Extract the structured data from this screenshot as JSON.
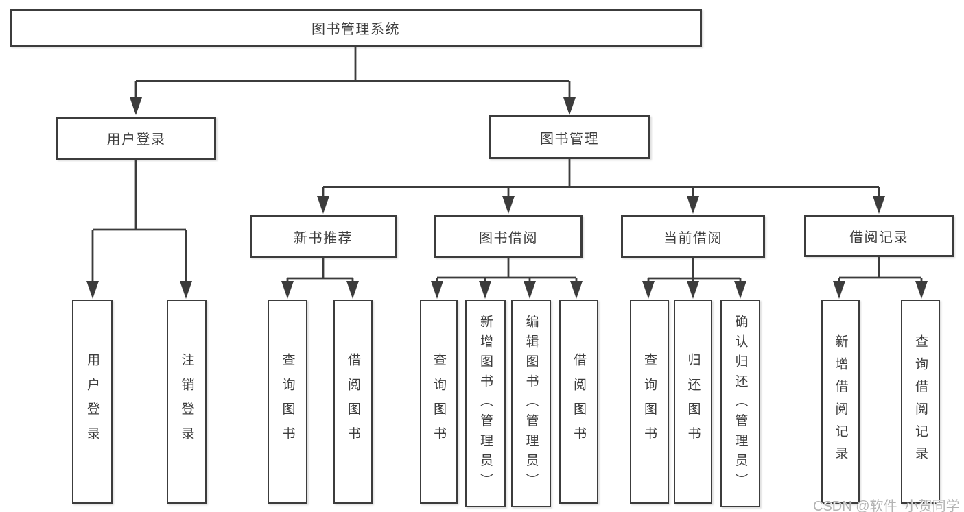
{
  "title": {
    "label": "图书管理系统"
  },
  "branches": {
    "user_login": {
      "label": "用户登录",
      "children": [
        "用户登录",
        "注销登录"
      ]
    },
    "book_mgmt": {
      "label": "图书管理",
      "sections": [
        {
          "label": "新书推荐",
          "children": [
            "查询图书",
            "借阅图书"
          ]
        },
        {
          "label": "图书借阅",
          "children": [
            "查询图书",
            "新增图书（管理员）",
            "编辑图书（管理员）",
            "借阅图书"
          ]
        },
        {
          "label": "当前借阅",
          "children": [
            "查询图书",
            "归还图书",
            "确认归还（管理员）"
          ]
        },
        {
          "label": "借阅记录",
          "children": [
            "新增借阅记录",
            "查询借阅记录"
          ]
        }
      ]
    }
  },
  "watermark": "CSDN @软件_小贺同学",
  "colors": {
    "line": "#3c3c3c",
    "text": "#3d3d3d",
    "watermark": "#b3b3b3",
    "background": "#ffffff"
  }
}
